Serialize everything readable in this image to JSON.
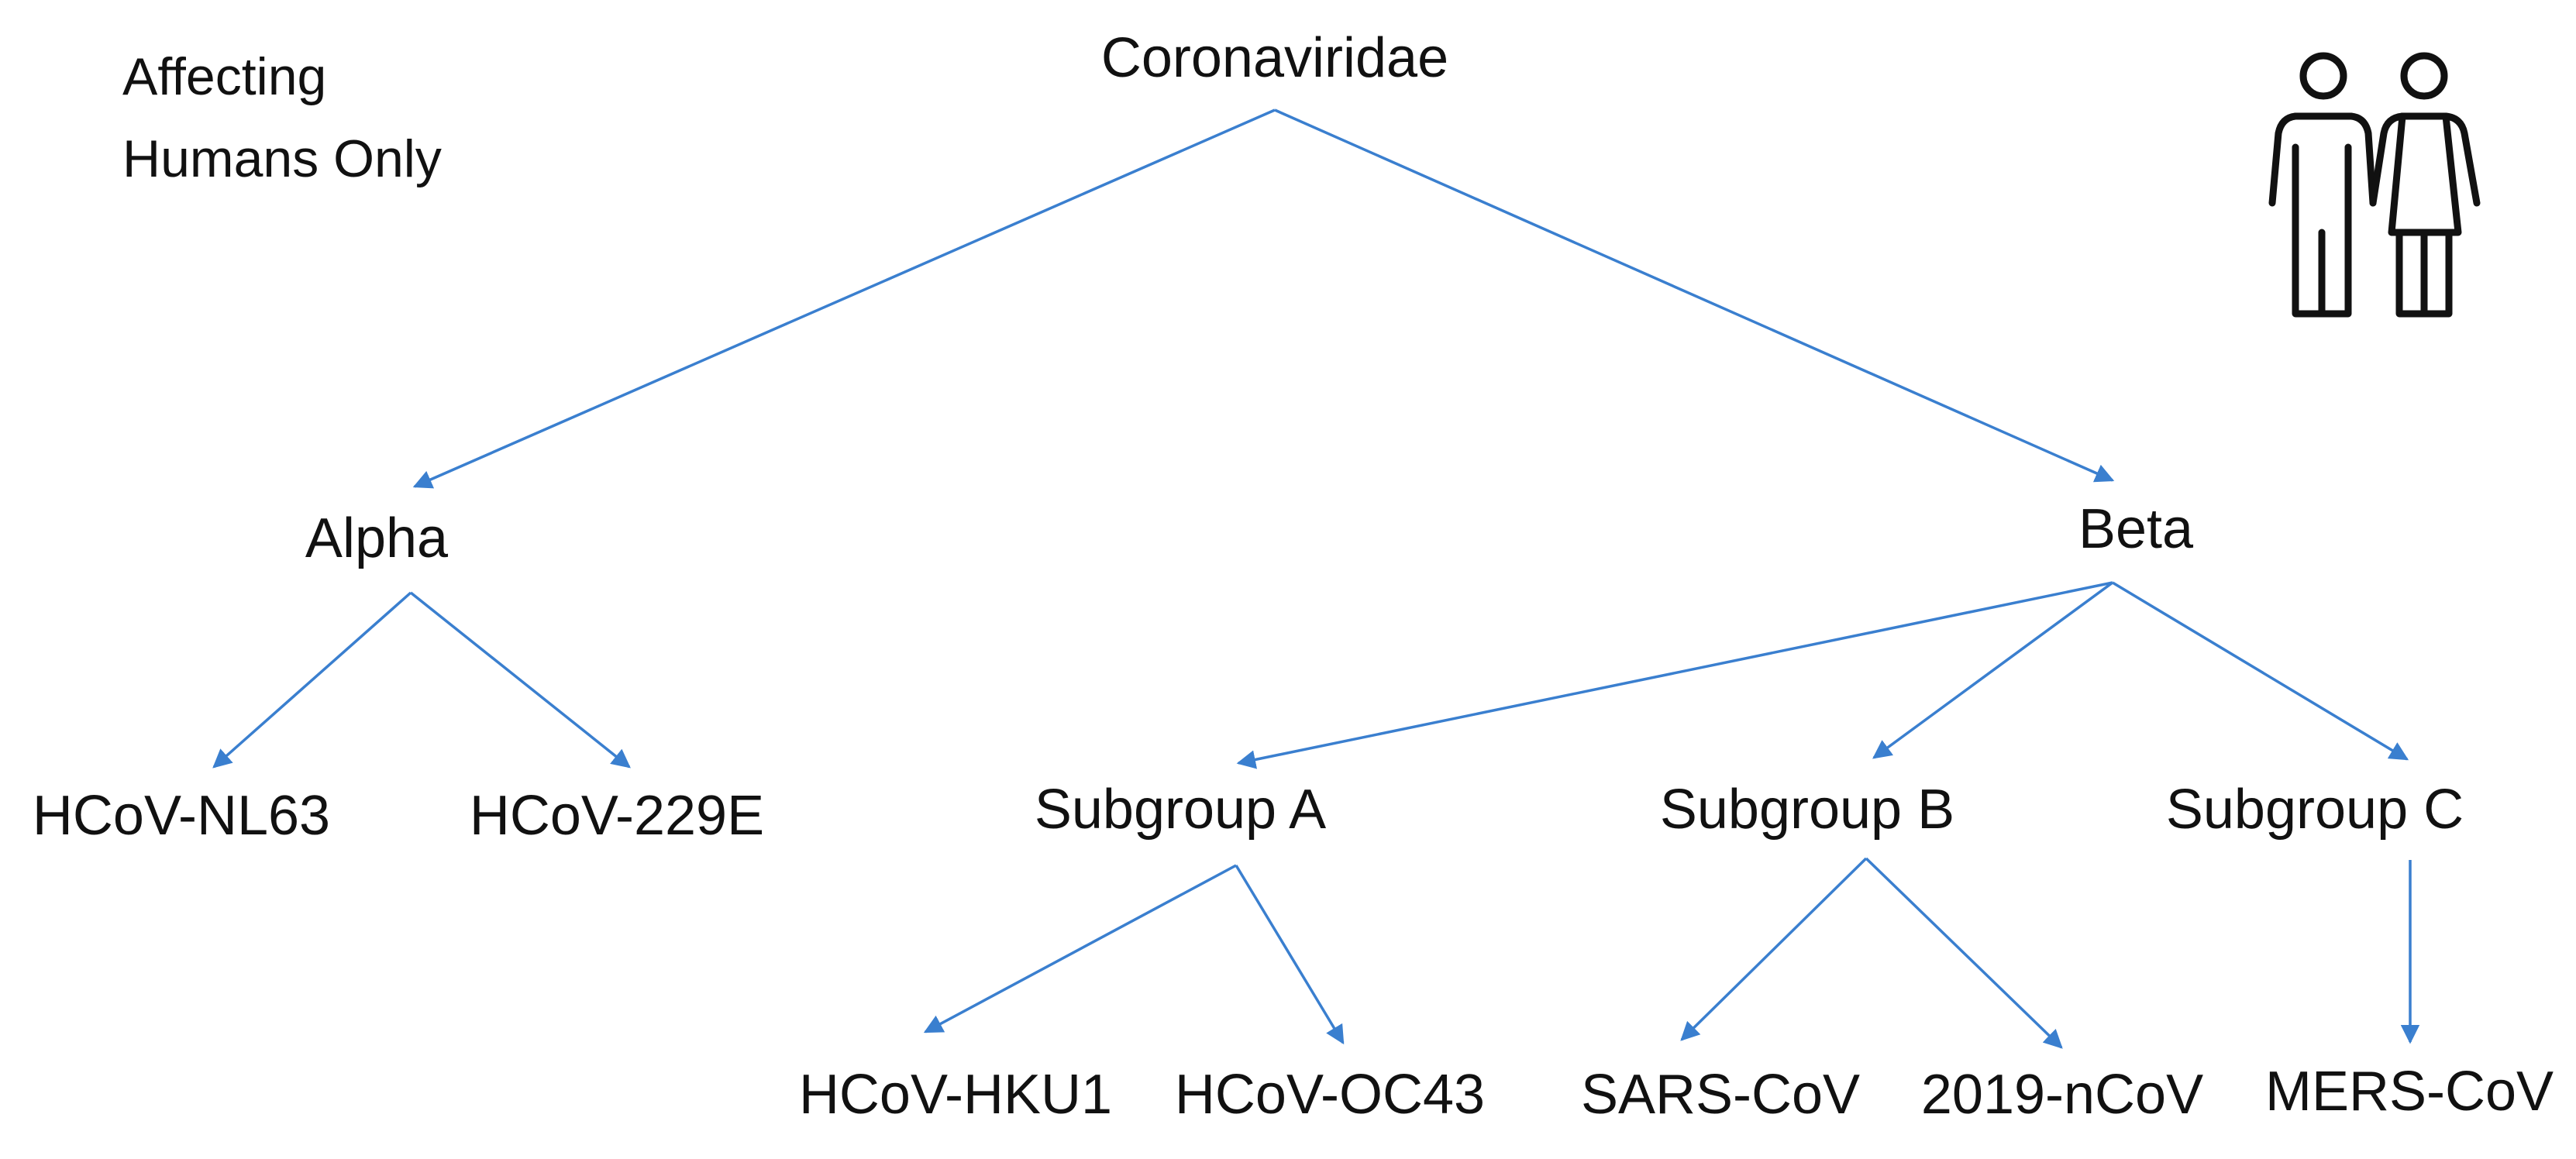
{
  "diagram": {
    "note": {
      "line1": "Affecting",
      "line2": "Humans Only"
    },
    "icon": "people-icon",
    "colors": {
      "edge": "#3a7fcf",
      "text": "#111111"
    },
    "nodes": {
      "root": "Coronaviridae",
      "alpha": "Alpha",
      "beta": "Beta",
      "nl63": "HCoV-NL63",
      "e229": "HCoV-229E",
      "subA": "Subgroup A",
      "subB": "Subgroup B",
      "subC": "Subgroup C",
      "hku1": "HCoV-HKU1",
      "oc43": "HCoV-OC43",
      "sars": "SARS-CoV",
      "ncov": "2019-nCoV",
      "mers": "MERS-CoV"
    },
    "edges": [
      {
        "from": "root",
        "to": "alpha"
      },
      {
        "from": "root",
        "to": "beta"
      },
      {
        "from": "alpha",
        "to": "nl63"
      },
      {
        "from": "alpha",
        "to": "e229"
      },
      {
        "from": "beta",
        "to": "subA"
      },
      {
        "from": "beta",
        "to": "subB"
      },
      {
        "from": "beta",
        "to": "subC"
      },
      {
        "from": "subA",
        "to": "hku1"
      },
      {
        "from": "subA",
        "to": "oc43"
      },
      {
        "from": "subB",
        "to": "sars"
      },
      {
        "from": "subB",
        "to": "ncov"
      },
      {
        "from": "subC",
        "to": "mers"
      }
    ]
  }
}
